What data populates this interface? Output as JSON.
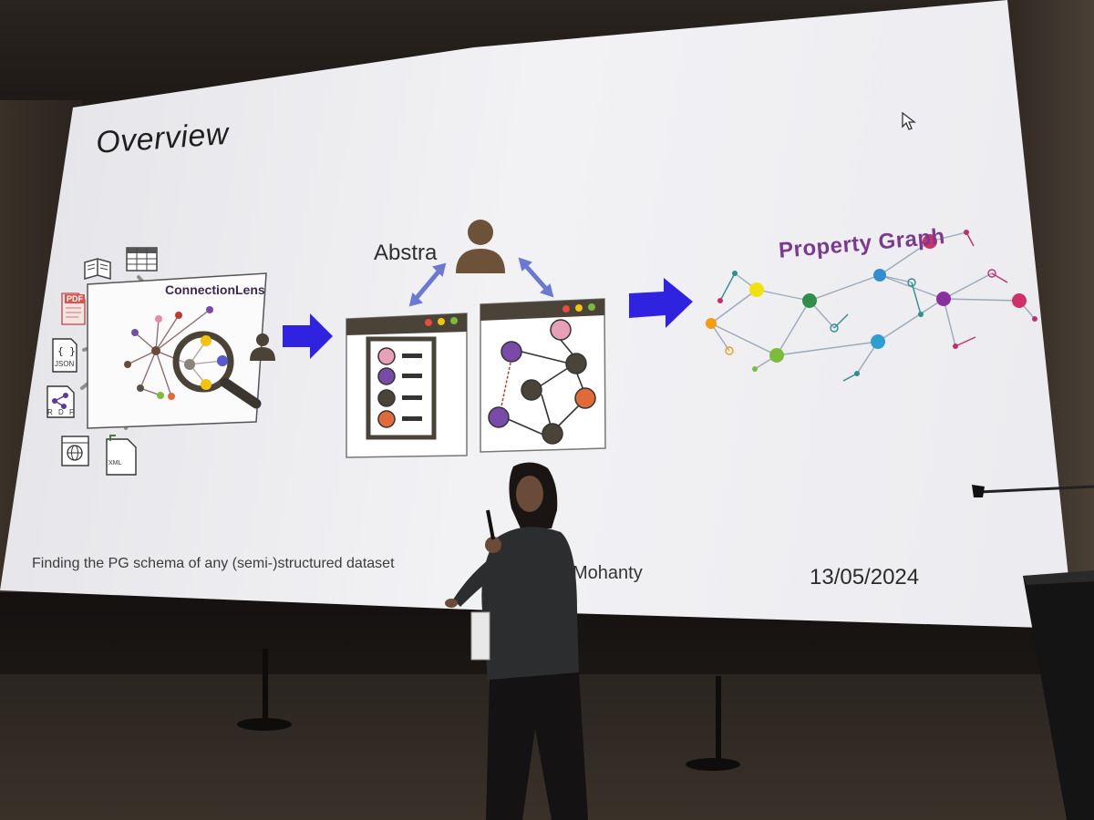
{
  "slide": {
    "title": "Overview",
    "footer_left": "Finding the PG schema of any (semi-)structured dataset",
    "footer_author": "Mohanty",
    "footer_date": "13/05/2024"
  },
  "diagram": {
    "connectionlens_label": "ConnectionLens",
    "abstra_label": "Abstra",
    "property_graph_label": "Property Graph",
    "input_formats": [
      "PDF",
      "{ }",
      "JSON",
      "R D F",
      "XML"
    ]
  },
  "colors": {
    "arrow_blue": "#2f23e0",
    "node_pink": "#e8a0b8",
    "node_purple": "#7a4aa8",
    "node_orange": "#e06a3a",
    "node_dark": "#4a4338",
    "pg_title": "#7a3a8f"
  }
}
